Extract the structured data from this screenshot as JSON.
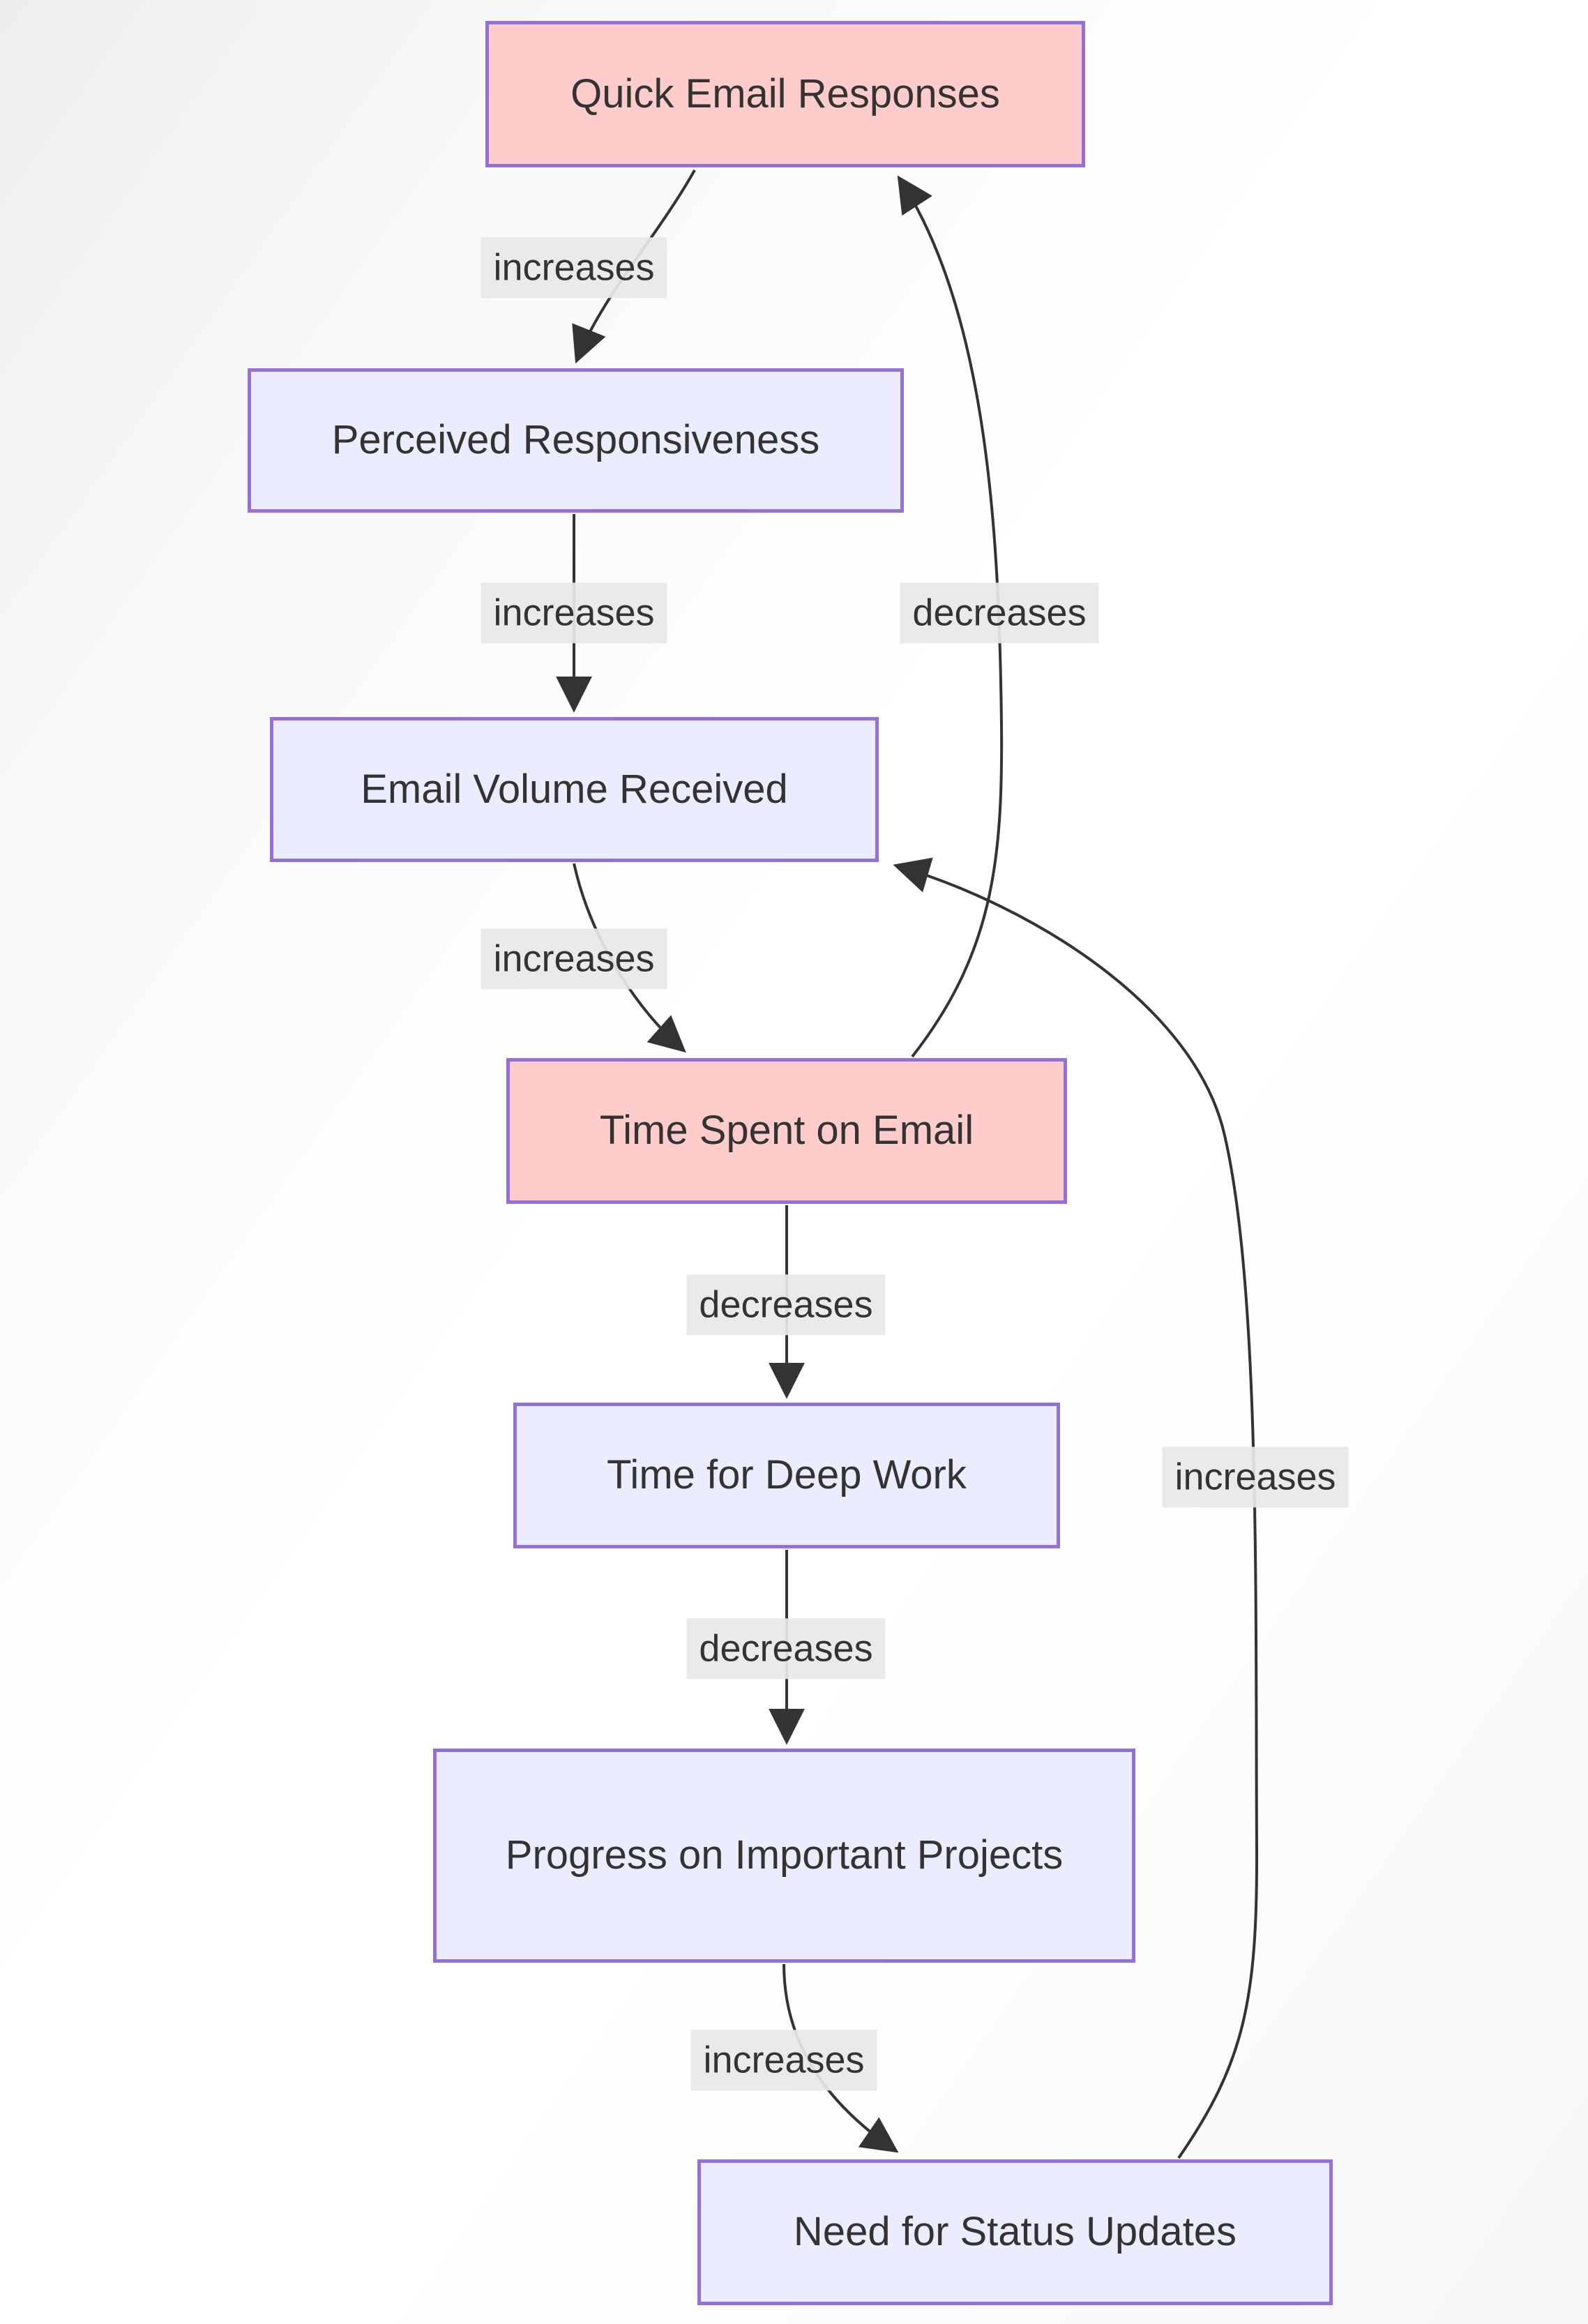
{
  "diagram": {
    "type": "flowchart",
    "direction": "top-down",
    "nodes": [
      {
        "id": "quick-email-responses",
        "label": "Quick Email Responses",
        "style": "highlight"
      },
      {
        "id": "perceived-responsiveness",
        "label": "Perceived Responsiveness",
        "style": "default"
      },
      {
        "id": "email-volume-received",
        "label": "Email Volume Received",
        "style": "default"
      },
      {
        "id": "time-spent-on-email",
        "label": "Time Spent on Email",
        "style": "highlight"
      },
      {
        "id": "time-for-deep-work",
        "label": "Time for Deep Work",
        "style": "default"
      },
      {
        "id": "progress-on-important-projects",
        "label": "Progress on Important Projects",
        "style": "default"
      },
      {
        "id": "need-for-status-updates",
        "label": "Need for Status Updates",
        "style": "default"
      }
    ],
    "edges": [
      {
        "from": "quick-email-responses",
        "to": "perceived-responsiveness",
        "label": "increases"
      },
      {
        "from": "perceived-responsiveness",
        "to": "email-volume-received",
        "label": "increases"
      },
      {
        "from": "email-volume-received",
        "to": "time-spent-on-email",
        "label": "increases"
      },
      {
        "from": "time-spent-on-email",
        "to": "quick-email-responses",
        "label": "decreases"
      },
      {
        "from": "time-spent-on-email",
        "to": "time-for-deep-work",
        "label": "decreases"
      },
      {
        "from": "time-for-deep-work",
        "to": "progress-on-important-projects",
        "label": "decreases"
      },
      {
        "from": "progress-on-important-projects",
        "to": "need-for-status-updates",
        "label": "increases"
      },
      {
        "from": "need-for-status-updates",
        "to": "email-volume-received",
        "label": "increases"
      }
    ],
    "colors": {
      "node_fill": "#ECECFF",
      "node_highlight_fill": "#FFCCCC",
      "node_border": "#9370DB",
      "edge_line": "#333333",
      "edge_label_background": "#E8E8E8",
      "text": "#333333"
    }
  }
}
